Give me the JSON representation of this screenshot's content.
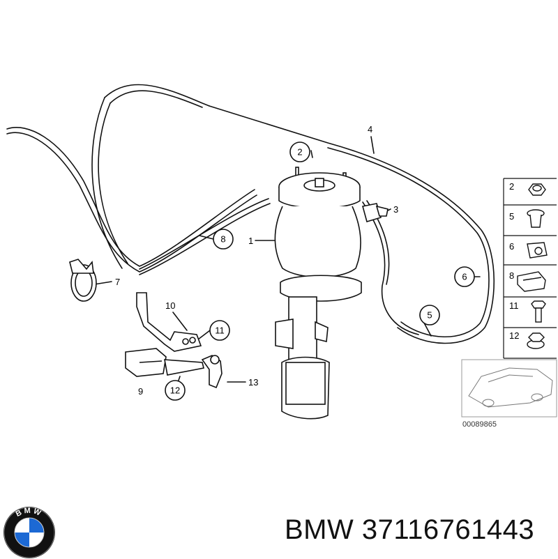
{
  "callouts": {
    "c1": "1",
    "c2": "2",
    "c3": "3",
    "c4": "4",
    "c5": "5",
    "c6": "6",
    "c7": "7",
    "c8": "8",
    "c9": "9",
    "c10": "10",
    "c11": "11",
    "c12": "12",
    "c13": "13"
  },
  "sidebar": {
    "items": [
      {
        "num": "2",
        "icon": "nut-icon"
      },
      {
        "num": "5",
        "icon": "expanding-rivet-icon"
      },
      {
        "num": "6",
        "icon": "hose-clip-icon"
      },
      {
        "num": "8",
        "icon": "pipe-holder-icon"
      },
      {
        "num": "11",
        "icon": "hex-bolt-icon"
      },
      {
        "num": "12",
        "icon": "collar-nut-icon"
      }
    ]
  },
  "reference_number": "00089865",
  "caption": {
    "brand": "BMW",
    "part_number": "37116761443"
  },
  "logo": {
    "lettering": "BMW",
    "colors": {
      "blue": "#1c69d4",
      "white": "#ffffff",
      "ring": "#111111"
    }
  }
}
